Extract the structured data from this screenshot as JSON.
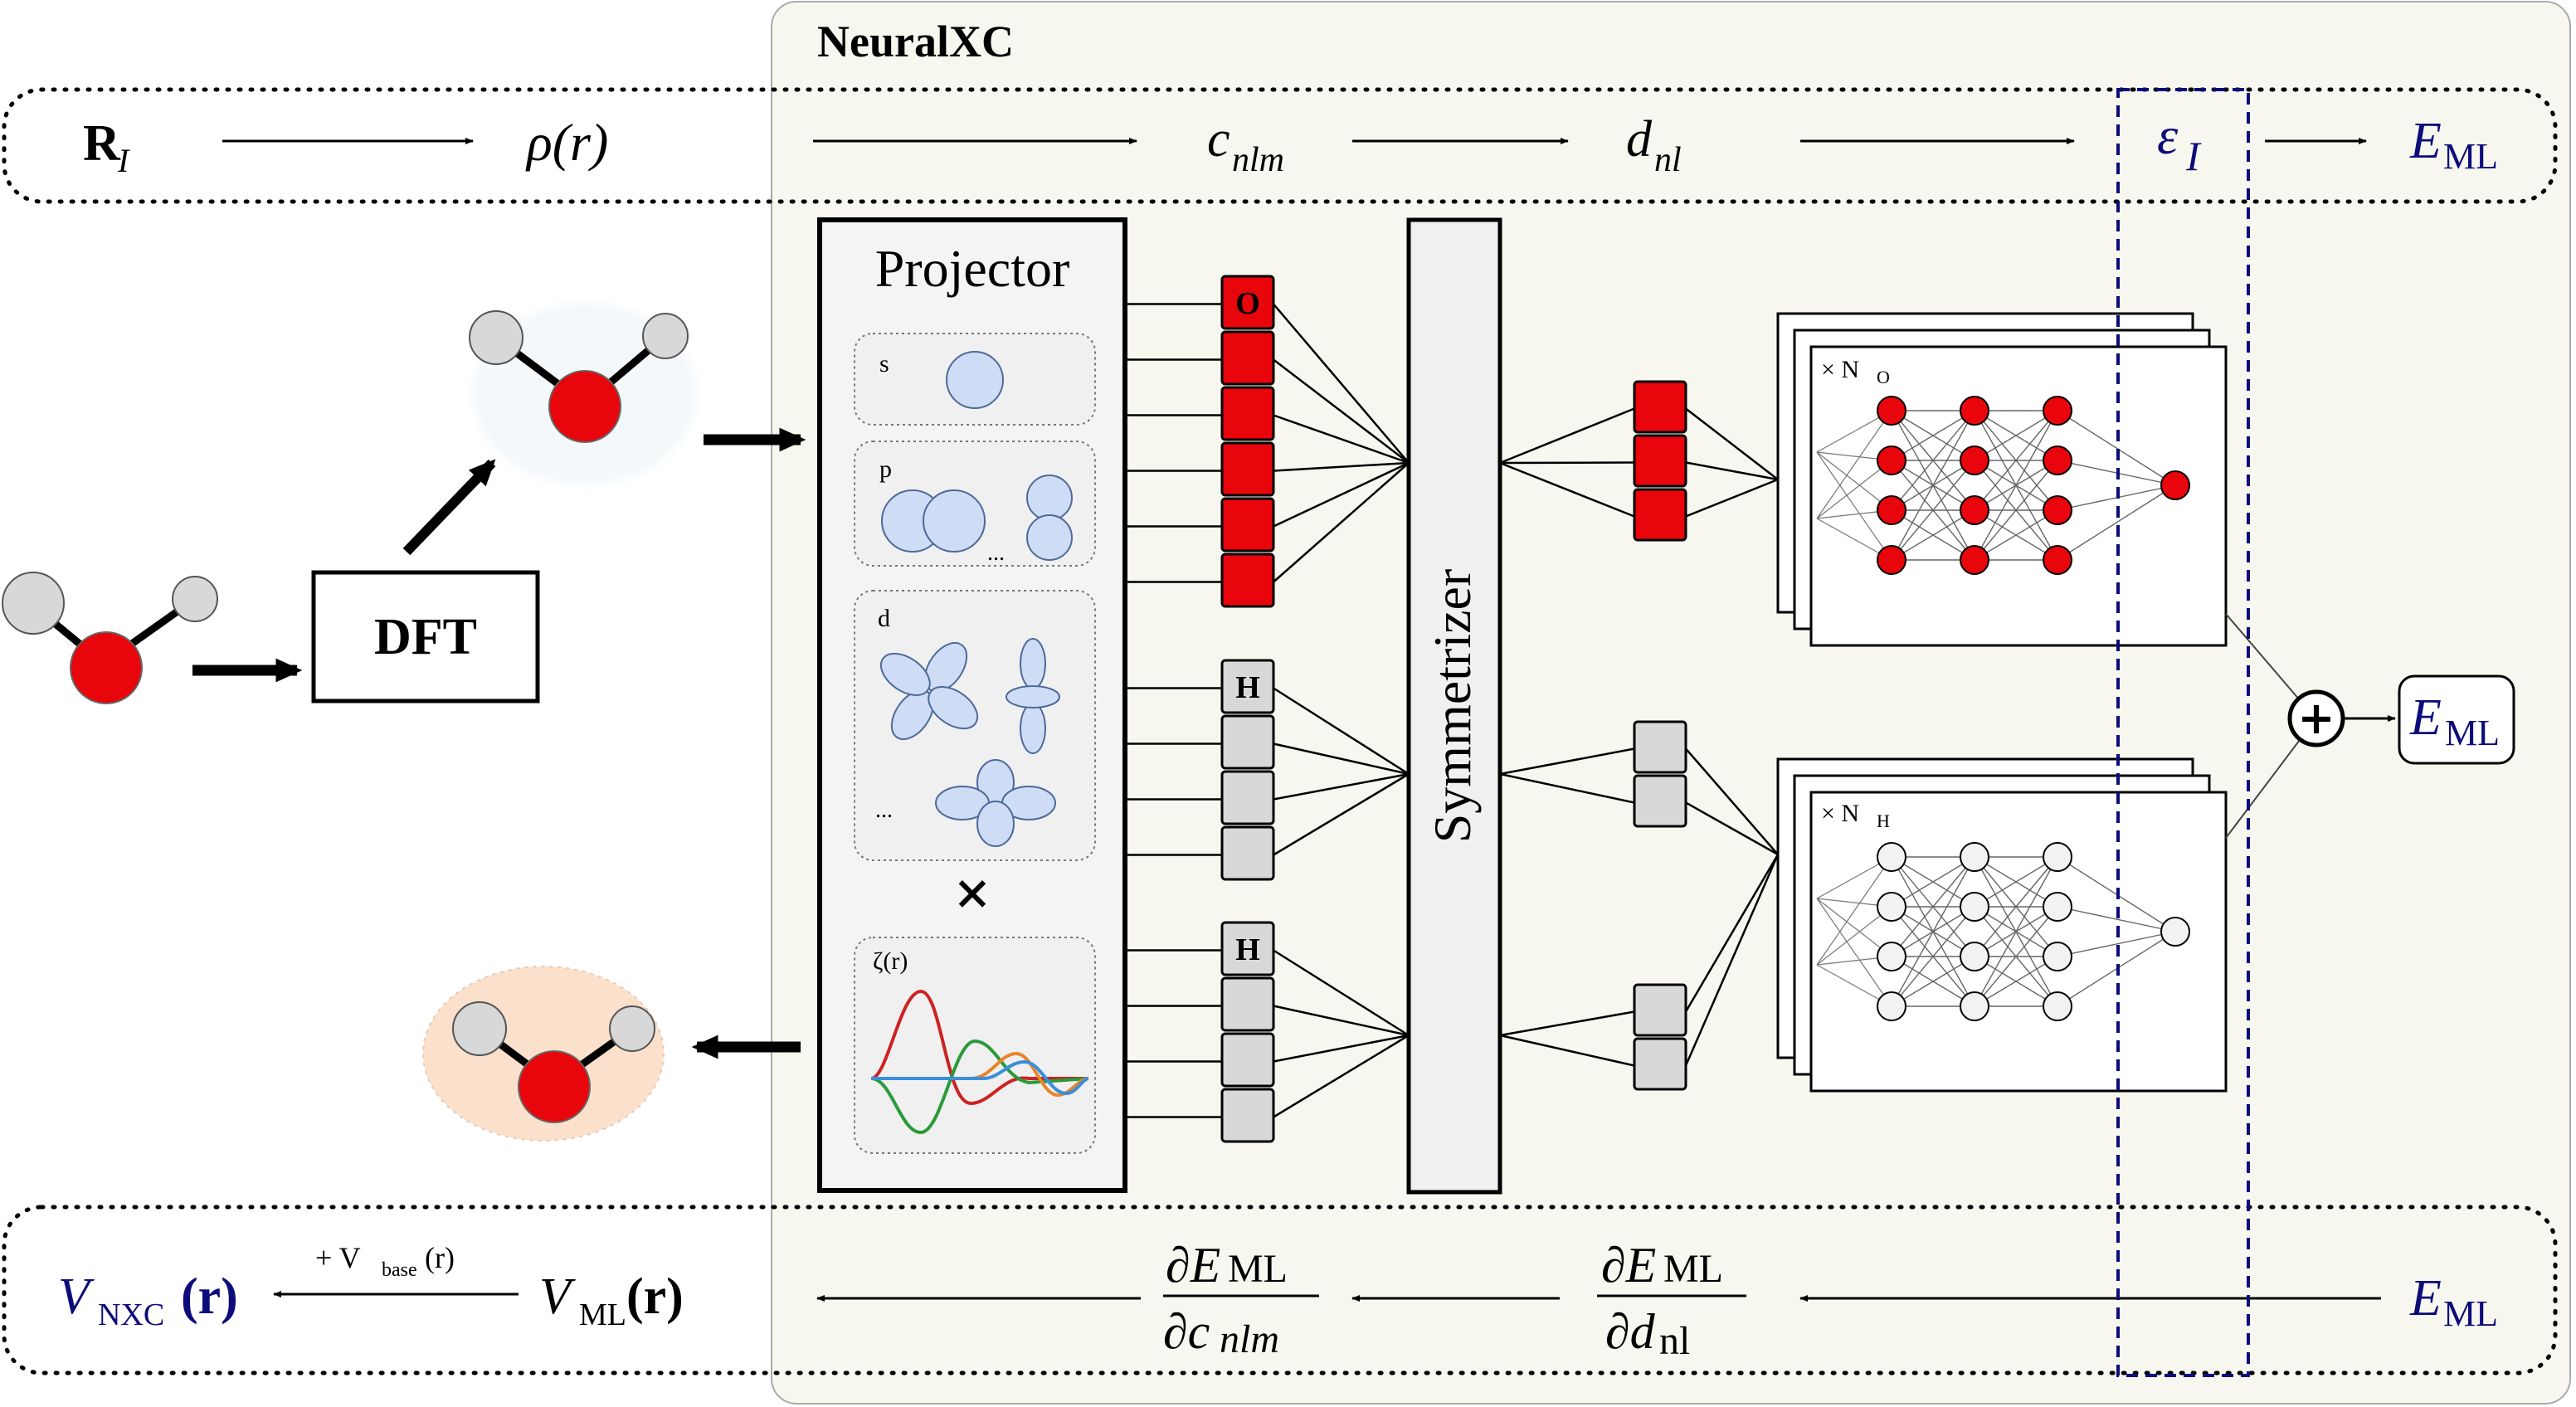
{
  "panel": {
    "title": "NeuralXC"
  },
  "top_row": {
    "r_i": {
      "main": "R",
      "sub": "I"
    },
    "rho": "ρ(r)",
    "c_nlm": {
      "main": "c",
      "sub": "nlm"
    },
    "d_nl": {
      "main": "d",
      "sub": "nl"
    },
    "eps_i": {
      "main": "ε",
      "sub": "I"
    },
    "e_ml": {
      "main": "E",
      "sub": "ML"
    }
  },
  "dft_box": {
    "label": "DFT"
  },
  "projector": {
    "title": "Projector",
    "s_label": "s",
    "p_label": "p",
    "p_ellipsis": "...",
    "d_label": "d",
    "d_ellipsis": "...",
    "times": "×",
    "radial_label": "ζ(r)"
  },
  "registers": {
    "oxygen_label": "O",
    "hydrogen_label": "H"
  },
  "symmetrizer": {
    "label": "Symmetrizer"
  },
  "networks": {
    "oxygen": {
      "mult": "× N",
      "sub": "O"
    },
    "hydrogen": {
      "mult": "× N",
      "sub": "H"
    }
  },
  "sum": {
    "symbol": "+"
  },
  "output": {
    "main": "E",
    "sub": "ML"
  },
  "bottom_row": {
    "v_nxc": {
      "main": "V",
      "sub": "NXC",
      "arg": "(r)"
    },
    "v_base": {
      "prefix": "+ V",
      "sub": "base",
      "arg": "(r)"
    },
    "v_ml": {
      "main": "V",
      "sub": "ML",
      "arg": "(r)"
    },
    "dE_dc": {
      "num_main": "∂E",
      "num_sub": "ML",
      "den_main": "∂c",
      "den_sub": "nlm"
    },
    "dE_dd": {
      "num_main": "∂E",
      "num_sub": "ML",
      "den_main": "∂d",
      "den_sub": "nl"
    },
    "e_ml": {
      "main": "E",
      "sub": "ML"
    }
  },
  "colors": {
    "oxygen": "#e8050b",
    "hydrogen": "#d8d8d8",
    "orbital": "#cfdcf5",
    "accent_blue": "#0c0c7a",
    "panel_bg": "#f8f7ef",
    "radial_red": "#cc2222",
    "radial_green": "#2a9a3a",
    "radial_orange": "#e8852a",
    "radial_blue": "#3a8fd8"
  }
}
